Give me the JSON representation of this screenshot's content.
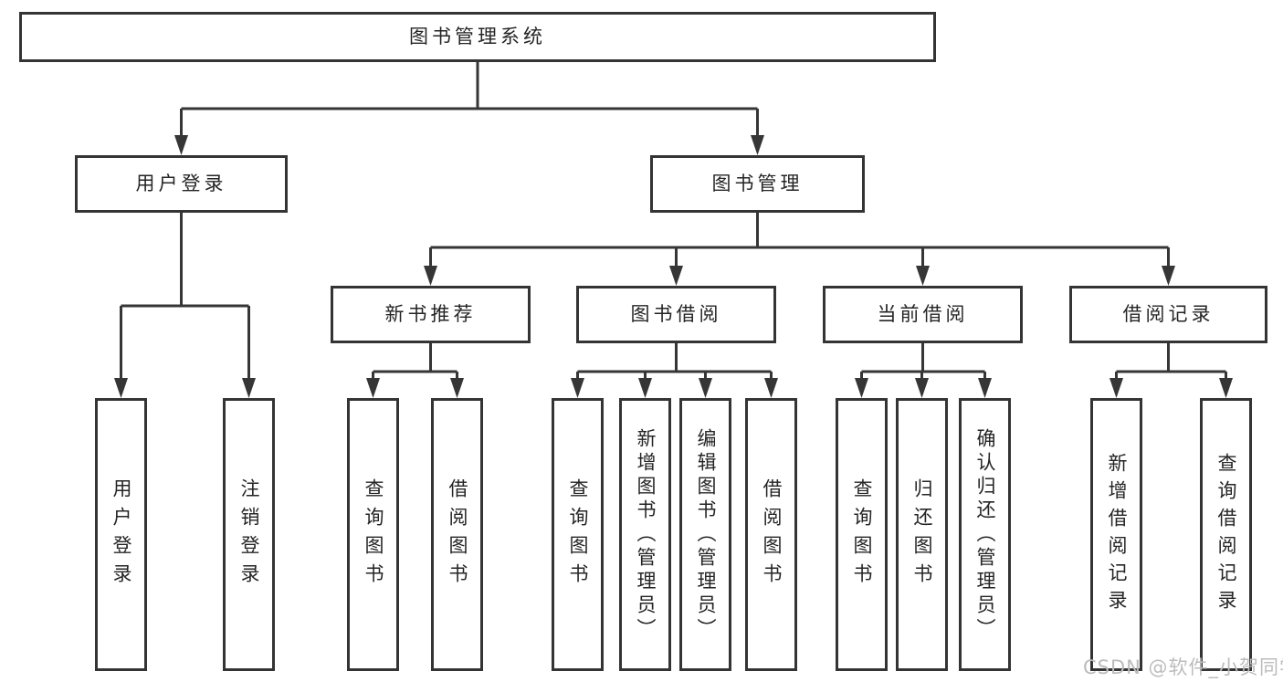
{
  "diagram_type": "hierarchy-tree",
  "colors": {
    "background": "#ffffff",
    "line": "#363636",
    "box_border": "#343434",
    "text": "#252525",
    "watermark_text": "#bcbcbc"
  },
  "tree": {
    "root": {
      "label": "图书管理系统",
      "children": [
        {
          "label": "用户登录",
          "children": [
            {
              "label": "用户登录"
            },
            {
              "label": "注销登录"
            }
          ]
        },
        {
          "label": "图书管理",
          "children": [
            {
              "label": "新书推荐",
              "children": [
                {
                  "label": "查询图书"
                },
                {
                  "label": "借阅图书"
                }
              ]
            },
            {
              "label": "图书借阅",
              "children": [
                {
                  "label": "查询图书"
                },
                {
                  "label": "新增图书（管理员）"
                },
                {
                  "label": "编辑图书（管理员）"
                },
                {
                  "label": "借阅图书"
                }
              ]
            },
            {
              "label": "当前借阅",
              "children": [
                {
                  "label": "查询图书"
                },
                {
                  "label": "归还图书"
                },
                {
                  "label": "确认归还（管理员）"
                }
              ]
            },
            {
              "label": "借阅记录",
              "children": [
                {
                  "label": "新增借阅记录"
                },
                {
                  "label": "查询借阅记录"
                }
              ]
            }
          ]
        }
      ]
    }
  },
  "watermark": {
    "text": "CSDN @软件_小贺同学"
  }
}
